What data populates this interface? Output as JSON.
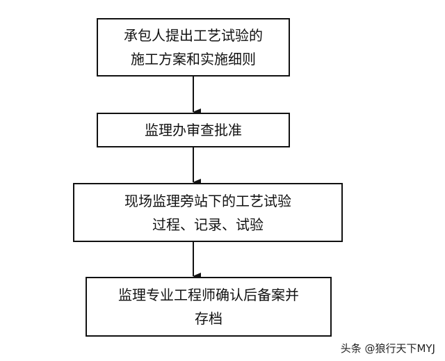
{
  "flowchart": {
    "steps": [
      {
        "lines": [
          "承包人提出工艺试验的",
          "施工方案和实施细则"
        ]
      },
      {
        "lines": [
          "监理办审查批准"
        ]
      },
      {
        "lines": [
          "现场监理旁站下的工艺试验",
          "过程、记录、试验"
        ]
      },
      {
        "lines": [
          "监理专业工程师确认后备案并",
          "存档"
        ]
      }
    ]
  },
  "watermark": {
    "text": "头条 @狼行天下MYJ"
  }
}
